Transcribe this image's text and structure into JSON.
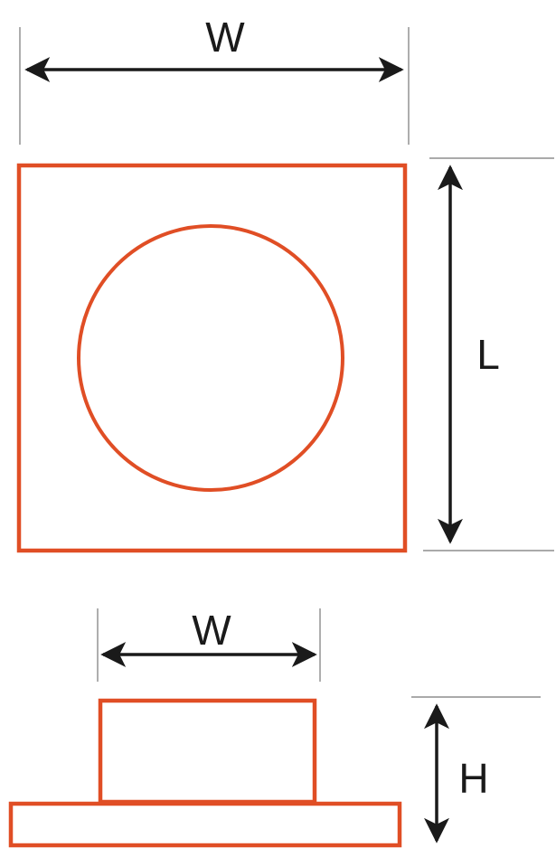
{
  "labels": {
    "top_width": "W",
    "length": "L",
    "side_width": "W",
    "height": "H"
  },
  "colors": {
    "shape_stroke": "#e04e25",
    "dimension": "#1a1a1a",
    "extension_line": "#777777"
  }
}
